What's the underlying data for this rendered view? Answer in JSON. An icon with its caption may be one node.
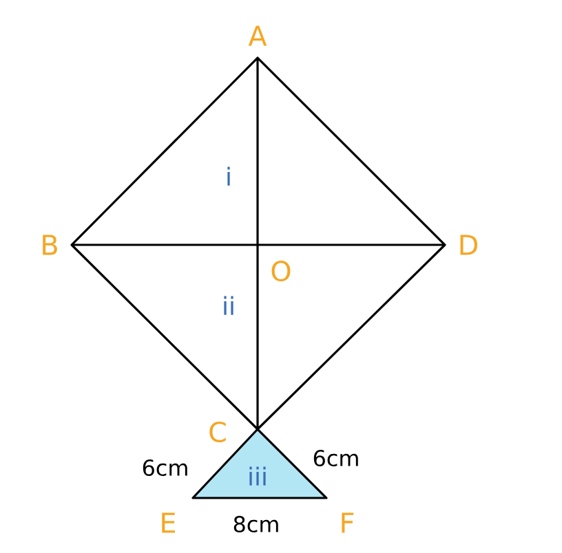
{
  "diagram": {
    "nodes": [
      {
        "text": [
          "iii"
        ]
      }
    ],
    "labels": [
      "A",
      "i",
      "B",
      "O",
      "D",
      "ii",
      "C",
      "6cm",
      "6cm",
      "E",
      "8cm",
      "F"
    ]
  }
}
